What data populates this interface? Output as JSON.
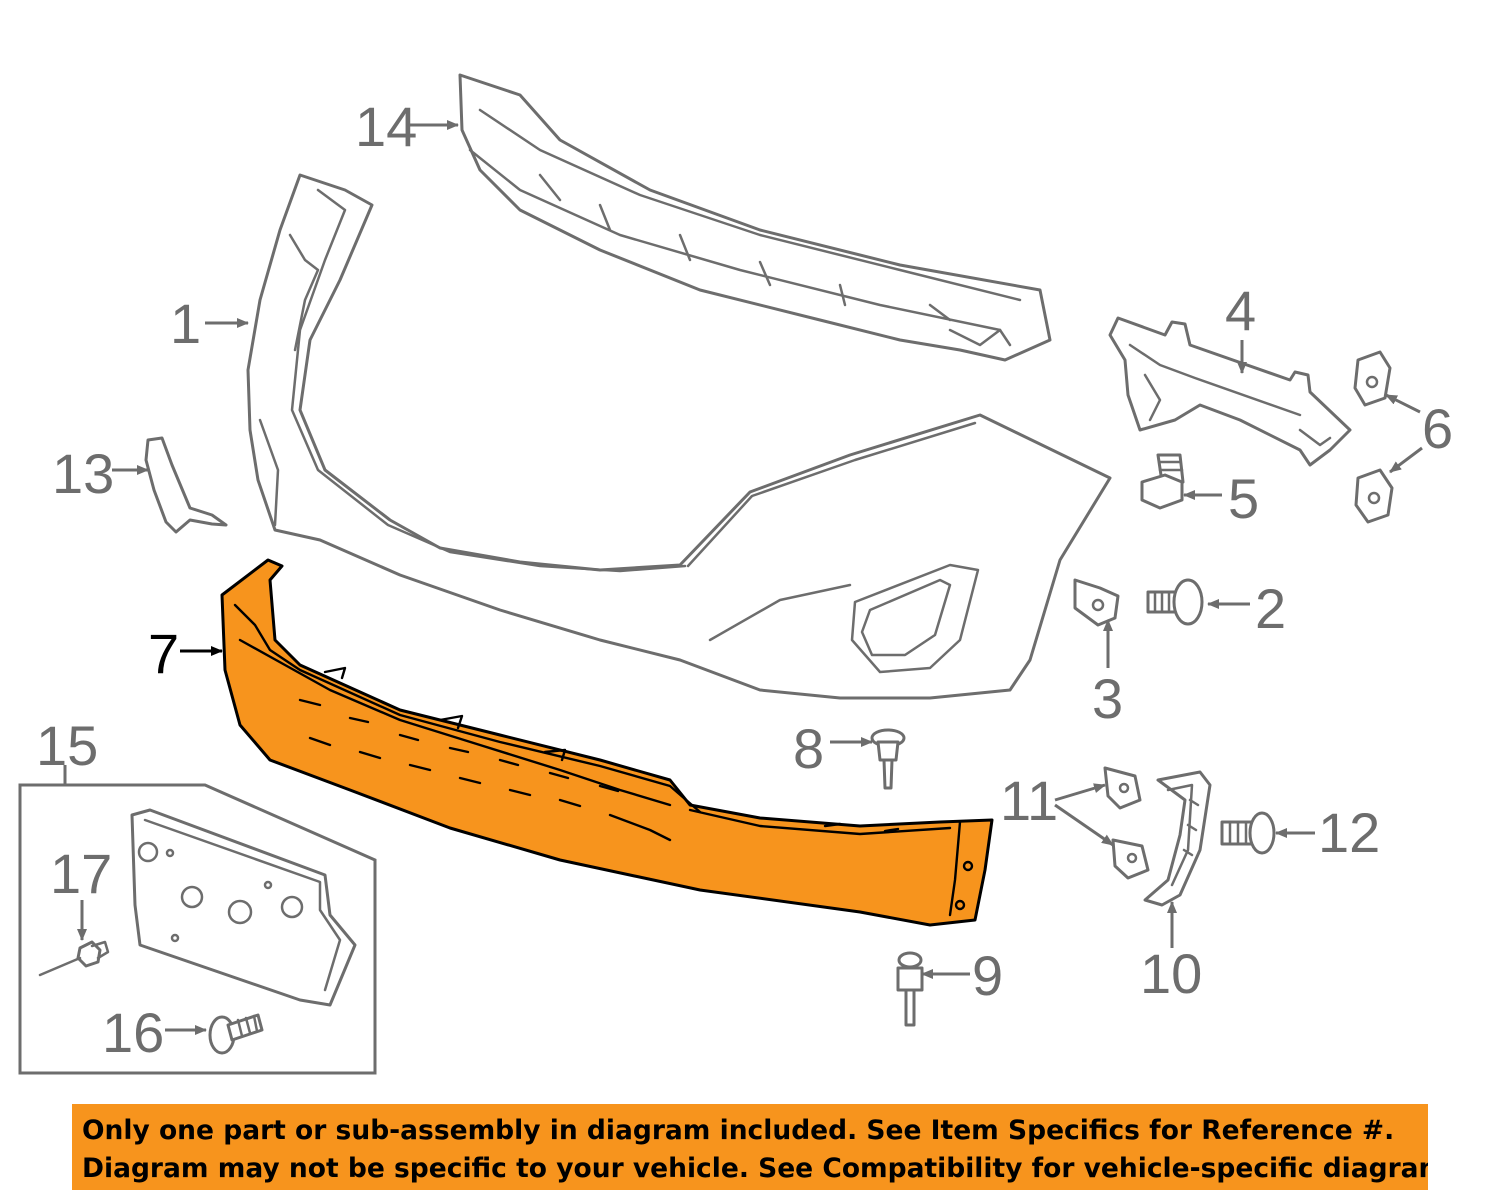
{
  "diagram": {
    "highlight_color": "#F7941D",
    "line_color": "#6D6D6D",
    "highlighted_part": "7",
    "callouts": [
      "1",
      "2",
      "3",
      "4",
      "5",
      "6",
      "7",
      "8",
      "9",
      "10",
      "11",
      "12",
      "13",
      "14",
      "15",
      "16",
      "17"
    ]
  },
  "notice": {
    "background": "#F7941D",
    "line1": "Only one part or sub-assembly in diagram included. See Item Specifics for Reference #.",
    "line2": "Diagram may not be specific to your vehicle. See Compatibility for vehicle-specific diagrams."
  }
}
